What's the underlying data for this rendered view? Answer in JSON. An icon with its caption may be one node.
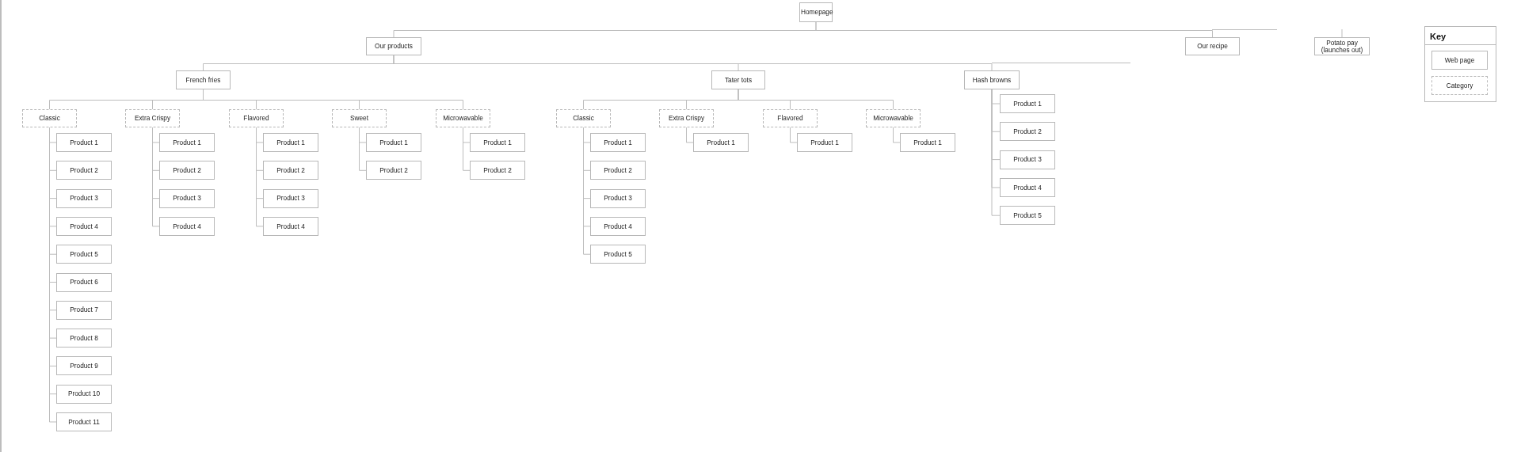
{
  "diagram": {
    "nodes": [
      {
        "text": [
          "Homepage"
        ]
      },
      {
        "text": [
          "Our products"
        ]
      },
      {
        "text": [
          "French fries"
        ]
      },
      {
        "text": [
          "Classic"
        ]
      },
      {
        "text": [
          "Product 1"
        ]
      },
      {
        "text": [
          "Product 2"
        ]
      },
      {
        "text": [
          "Product 3"
        ]
      },
      {
        "text": [
          "Product 4"
        ]
      },
      {
        "text": [
          "Product 5"
        ]
      },
      {
        "text": [
          "Product 6"
        ]
      },
      {
        "text": [
          "Product 7"
        ]
      },
      {
        "text": [
          "Product 8"
        ]
      },
      {
        "text": [
          "Product 9"
        ]
      },
      {
        "text": [
          "Product 10"
        ]
      },
      {
        "text": [
          "Product 11"
        ]
      },
      {
        "text": [
          "Extra Crispy"
        ]
      },
      {
        "text": [
          "Product 1"
        ]
      },
      {
        "text": [
          "Product 2"
        ]
      },
      {
        "text": [
          "Product 3"
        ]
      },
      {
        "text": [
          "Product 4"
        ]
      },
      {
        "text": [
          "Flavored"
        ]
      },
      {
        "text": [
          "Product 1"
        ]
      },
      {
        "text": [
          "Product 2"
        ]
      },
      {
        "text": [
          "Product 3"
        ]
      },
      {
        "text": [
          "Product 4"
        ]
      },
      {
        "text": [
          "Sweet"
        ]
      },
      {
        "text": [
          "Product 1"
        ]
      },
      {
        "text": [
          "Product 2"
        ]
      },
      {
        "text": [
          "Microwavable"
        ]
      },
      {
        "text": [
          "Product 1"
        ]
      },
      {
        "text": [
          "Product 2"
        ]
      },
      {
        "text": [
          "Tater tots"
        ]
      },
      {
        "text": [
          "Classic"
        ]
      },
      {
        "text": [
          "Product 1"
        ]
      },
      {
        "text": [
          "Product 2"
        ]
      },
      {
        "text": [
          "Product 3"
        ]
      },
      {
        "text": [
          "Product 4"
        ]
      },
      {
        "text": [
          "Product 5"
        ]
      },
      {
        "text": [
          "Extra Crispy"
        ]
      },
      {
        "text": [
          "Product 1"
        ]
      },
      {
        "text": [
          "Flavored"
        ]
      },
      {
        "text": [
          "Product 1"
        ]
      },
      {
        "text": [
          "Microwavable"
        ]
      },
      {
        "text": [
          "Product 1"
        ]
      },
      {
        "text": [
          "Hash browns"
        ]
      },
      {
        "text": [
          "Product 1"
        ]
      },
      {
        "text": [
          "Product 2"
        ]
      },
      {
        "text": [
          "Product 3"
        ]
      },
      {
        "text": [
          "Product 4"
        ]
      },
      {
        "text": [
          "Product 5"
        ]
      },
      {
        "text": [
          "Our recipe"
        ]
      },
      {
        "text": [
          "Potato pay (launches out)"
        ]
      }
    ],
    "edges": [
      {
        "from": 0,
        "to": 1,
        "arrow": "none"
      },
      {
        "from": 0,
        "to": 50,
        "arrow": "none"
      },
      {
        "from": null,
        "to": 51,
        "arrow": "none"
      },
      {
        "from": 1,
        "to": 2,
        "arrow": "none"
      },
      {
        "from": 1,
        "to": 31,
        "arrow": "none"
      },
      {
        "from": 1,
        "to": 44,
        "arrow": "none"
      },
      {
        "from": 2,
        "to": 3,
        "arrow": "none"
      },
      {
        "from": 2,
        "to": 15,
        "arrow": "none"
      },
      {
        "from": 2,
        "to": 20,
        "arrow": "none"
      },
      {
        "from": 2,
        "to": 25,
        "arrow": "none"
      },
      {
        "from": 2,
        "to": 28,
        "arrow": "none"
      },
      {
        "from": 3,
        "to": 4,
        "arrow": "none"
      },
      {
        "from": 3,
        "to": 5,
        "arrow": "none"
      },
      {
        "from": 3,
        "to": 6,
        "arrow": "none"
      },
      {
        "from": 3,
        "to": 7,
        "arrow": "none"
      },
      {
        "from": 3,
        "to": 8,
        "arrow": "none"
      },
      {
        "from": 3,
        "to": 9,
        "arrow": "none"
      },
      {
        "from": 3,
        "to": 10,
        "arrow": "none"
      },
      {
        "from": 3,
        "to": 11,
        "arrow": "none"
      },
      {
        "from": 3,
        "to": 12,
        "arrow": "none"
      },
      {
        "from": 3,
        "to": 13,
        "arrow": "none"
      },
      {
        "from": 3,
        "to": 14,
        "arrow": "none"
      },
      {
        "from": 15,
        "to": 16,
        "arrow": "none"
      },
      {
        "from": 15,
        "to": 17,
        "arrow": "none"
      },
      {
        "from": 15,
        "to": 18,
        "arrow": "none"
      },
      {
        "from": 15,
        "to": 19,
        "arrow": "none"
      },
      {
        "from": 20,
        "to": 21,
        "arrow": "none"
      },
      {
        "from": 20,
        "to": 22,
        "arrow": "none"
      },
      {
        "from": 20,
        "to": 23,
        "arrow": "none"
      },
      {
        "from": 20,
        "to": 24,
        "arrow": "none"
      },
      {
        "from": 25,
        "to": 26,
        "arrow": "none"
      },
      {
        "from": 25,
        "to": 27,
        "arrow": "none"
      },
      {
        "from": 28,
        "to": 29,
        "arrow": "none"
      },
      {
        "from": 28,
        "to": 30,
        "arrow": "none"
      },
      {
        "from": 31,
        "to": 32,
        "arrow": "none"
      },
      {
        "from": 31,
        "to": 38,
        "arrow": "none"
      },
      {
        "from": 31,
        "to": 40,
        "arrow": "none"
      },
      {
        "from": 31,
        "to": 42,
        "arrow": "none"
      },
      {
        "from": 32,
        "to": 33,
        "arrow": "none"
      },
      {
        "from": 32,
        "to": 34,
        "arrow": "none"
      },
      {
        "from": 32,
        "to": 35,
        "arrow": "none"
      },
      {
        "from": 32,
        "to": 36,
        "arrow": "none"
      },
      {
        "from": 32,
        "to": 37,
        "arrow": "none"
      },
      {
        "from": 38,
        "to": 39,
        "arrow": "none"
      },
      {
        "from": 40,
        "to": 41,
        "arrow": "none"
      },
      {
        "from": 42,
        "to": 43,
        "arrow": "none"
      },
      {
        "from": 44,
        "to": 45,
        "arrow": "none"
      },
      {
        "from": 44,
        "to": 46,
        "arrow": "none"
      },
      {
        "from": 44,
        "to": 47,
        "arrow": "none"
      },
      {
        "from": 44,
        "to": 48,
        "arrow": "none"
      },
      {
        "from": 44,
        "to": 49,
        "arrow": "none"
      }
    ],
    "labels": [
      "Key"
    ],
    "legend": [
      {
        "text": "Web page"
      },
      {
        "text": "Category"
      }
    ]
  }
}
